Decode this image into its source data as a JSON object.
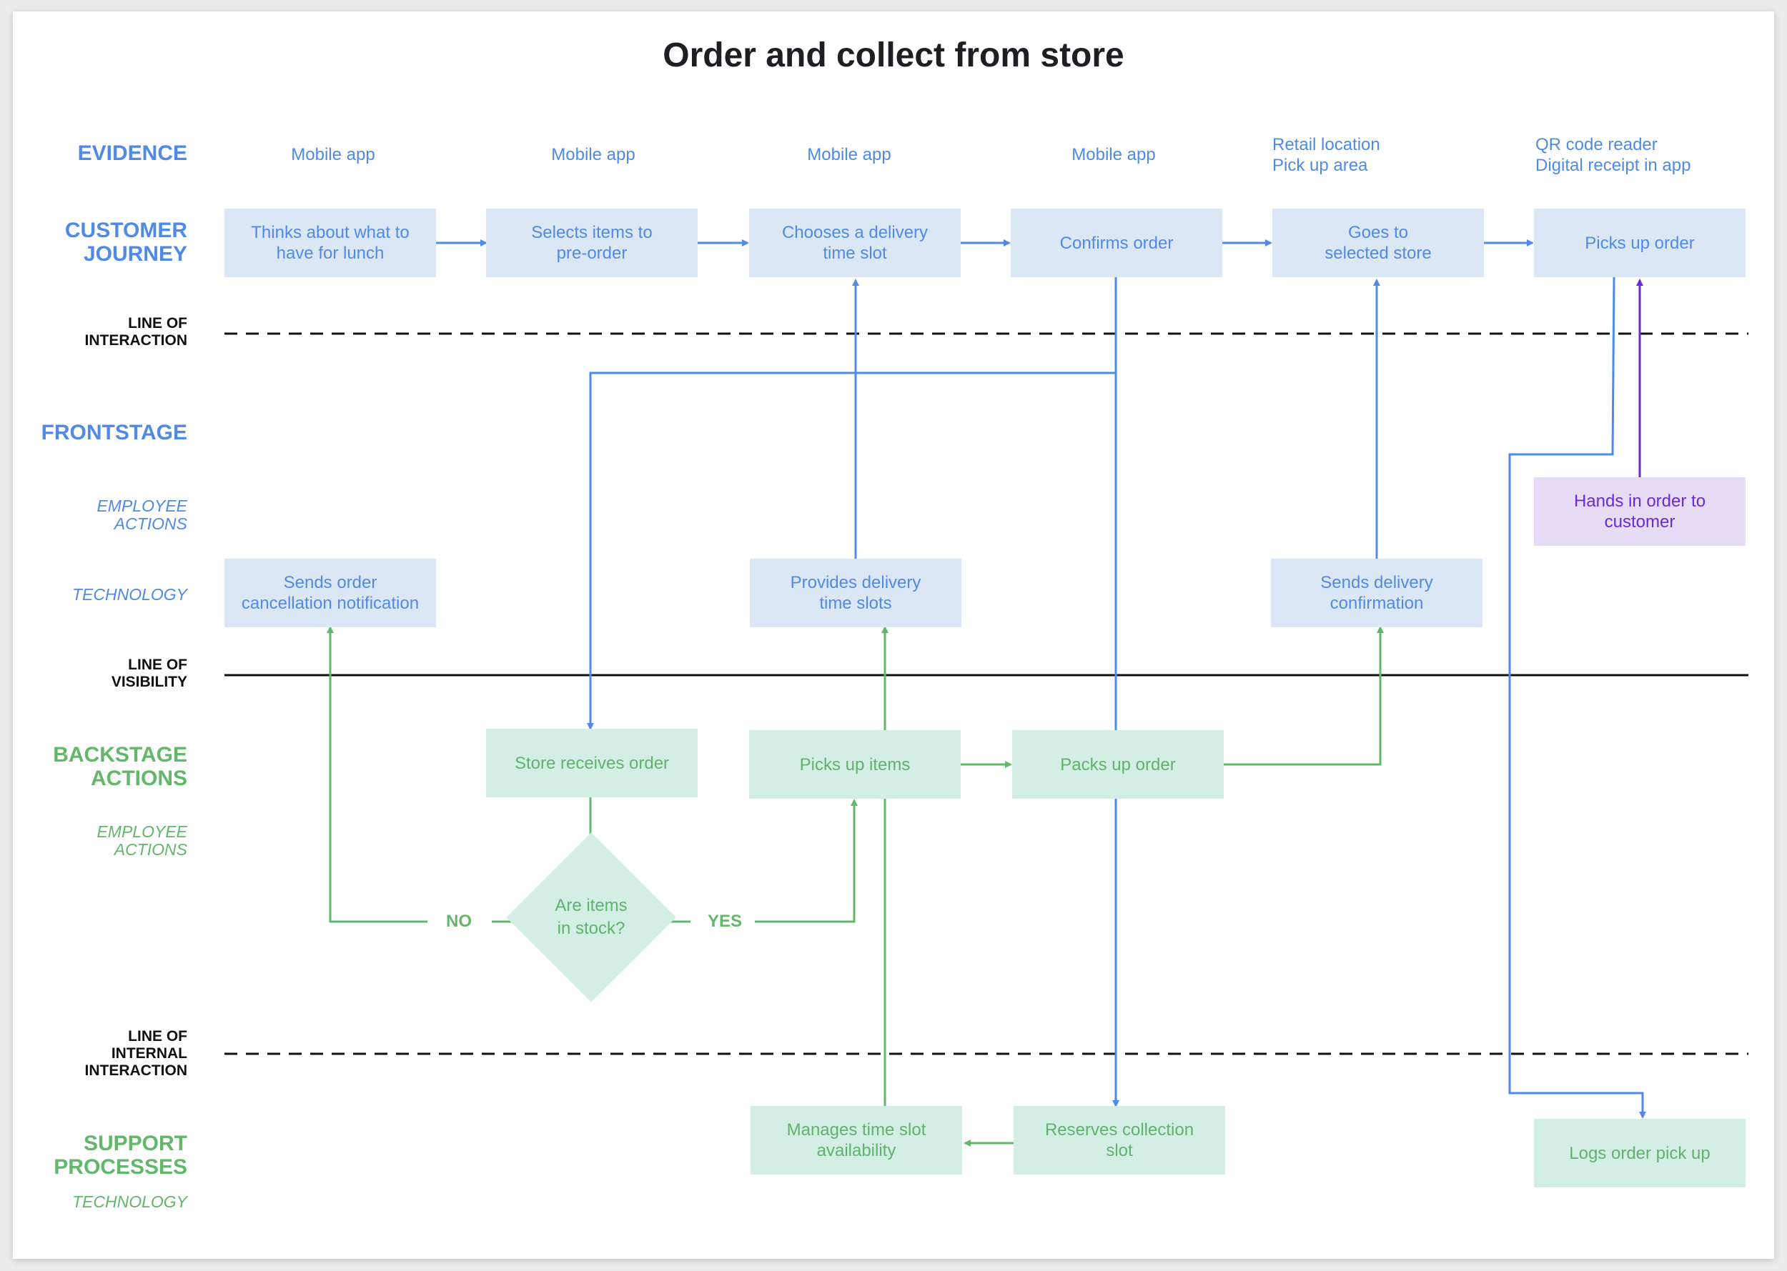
{
  "title": "Order and collect from store",
  "lanes": {
    "evidence": "EVIDENCE",
    "customer_journey": "CUSTOMER\nJOURNEY",
    "frontstage": "FRONTSTAGE",
    "frontstage_employee": "EMPLOYEE\nACTIONS",
    "frontstage_technology": "TECHNOLOGY",
    "backstage": "BACKSTAGE\nACTIONS",
    "backstage_employee": "EMPLOYEE\nACTIONS",
    "support": "SUPPORT\nPROCESSES",
    "support_technology": "TECHNOLOGY"
  },
  "lines": {
    "interaction": "LINE OF\nINTERACTION",
    "visibility": "LINE OF\nVISIBILITY",
    "internal": "LINE OF\nINTERNAL\nINTERACTION"
  },
  "evidence": [
    "Mobile app",
    "Mobile app",
    "Mobile app",
    "Mobile app",
    "Retail location\nPick up area",
    "QR code reader\nDigital receipt in app"
  ],
  "journey": [
    "Thinks about what to\nhave for lunch",
    "Selects items to\npre-order",
    "Chooses a delivery\ntime slot",
    "Confirms order",
    "Goes to\nselected store",
    "Picks up order"
  ],
  "frontstage_employee": {
    "hands_in": "Hands in order to\ncustomer"
  },
  "frontstage_technology": {
    "cancellation": "Sends order\ncancellation notification",
    "time_slots": "Provides delivery\ntime slots",
    "delivery_confirmation": "Sends delivery\nconfirmation"
  },
  "backstage": {
    "store_receives": "Store receives order",
    "picks_up_items": "Picks up items",
    "packs_up": "Packs up order",
    "decision": "Are items\nin stock?",
    "no": "NO",
    "yes": "YES"
  },
  "support": {
    "manages": "Manages time slot\navailability",
    "reserves": "Reserves collection\nslot",
    "logs": "Logs order pick up"
  },
  "colors": {
    "blue": "#4f8ae6",
    "green": "#63b76a",
    "purple": "#6d28d9",
    "box_blue": "#dce7f5",
    "box_green": "#d3eee5",
    "box_purple": "#e6dcf5"
  }
}
